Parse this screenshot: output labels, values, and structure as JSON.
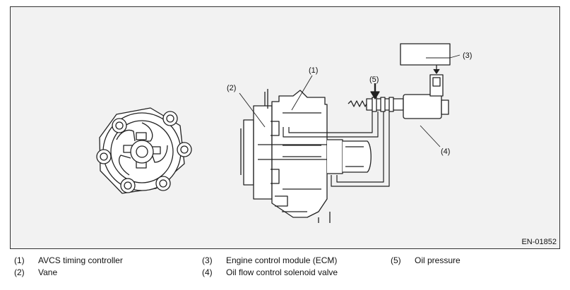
{
  "figure_code": "EN-01852",
  "callouts": [
    "(1)",
    "(2)",
    "(3)",
    "(4)",
    "(5)"
  ],
  "legend": [
    {
      "num": "(1)",
      "text": "AVCS timing controller"
    },
    {
      "num": "(2)",
      "text": "Vane"
    },
    {
      "num": "(3)",
      "text": "Engine control module (ECM)"
    },
    {
      "num": "(4)",
      "text": "Oil flow control solenoid valve"
    },
    {
      "num": "(5)",
      "text": "Oil pressure"
    }
  ]
}
